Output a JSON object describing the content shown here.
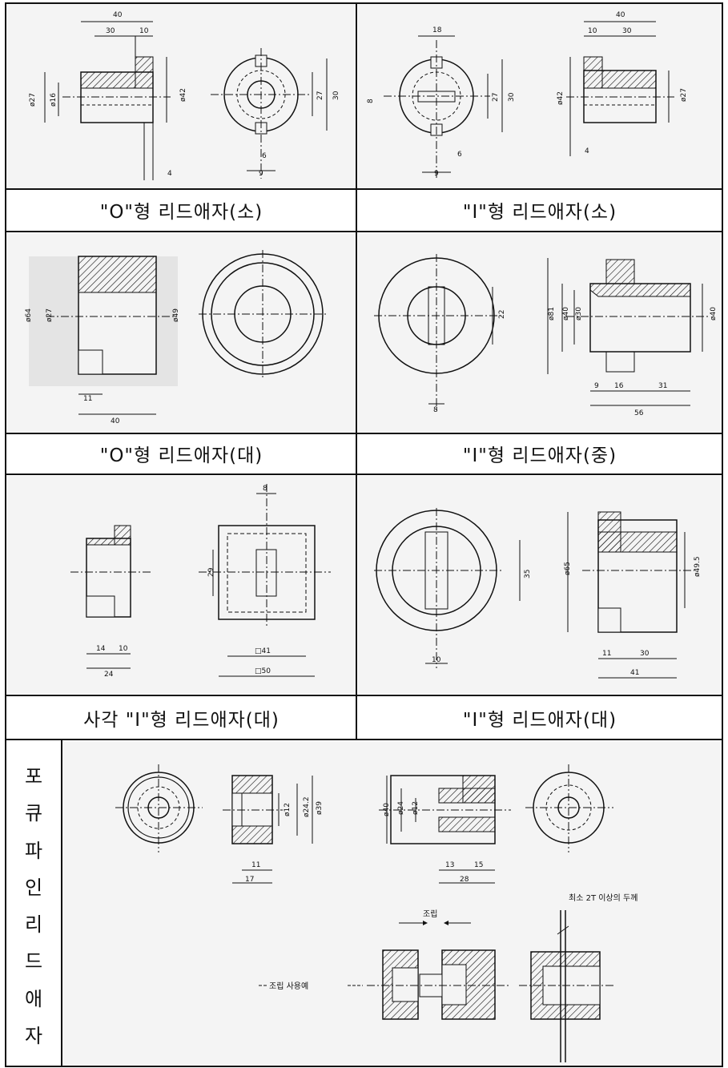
{
  "titles": {
    "o_small": "\"O\"형 리드애자(소)",
    "i_small": "\"I\"형 리드애자(소)",
    "o_large": "\"O\"형 리드애자(대)",
    "i_medium": "\"I\"형 리드애자(중)",
    "square_i_large": "사각 \"I\"형 리드애자(대)",
    "i_large": "\"I\"형 리드애자(대)"
  },
  "sidebar": [
    "포",
    "큐",
    "파",
    "인",
    "리",
    "드",
    "애",
    "자"
  ],
  "dims": {
    "p1": {
      "d40": "40",
      "d30": "30",
      "d10": "10",
      "d27": "ø27",
      "d16": "ø16",
      "d42": "ø42",
      "d4": "4",
      "c27": "27",
      "c30": "30",
      "c6": "6",
      "c9": "9"
    },
    "p2": {
      "d18": "18",
      "d8": "8",
      "c27": "27",
      "c30": "30",
      "c6": "6",
      "c9": "9",
      "d40": "40",
      "d10": "10",
      "d30": "30",
      "d42": "ø42",
      "d27": "ø27",
      "d4": "4"
    },
    "p3": {
      "d64": "ø64",
      "d27": "ø27",
      "d49": "ø49",
      "d11": "11",
      "d40": "40"
    },
    "p4": {
      "d22": "22",
      "d8": "8",
      "d81": "ø81",
      "d40a": "ø40",
      "d30": "ø30",
      "d40b": "ø40",
      "d9": "9",
      "d16": "16",
      "d31": "31",
      "d56": "56"
    },
    "p5": {
      "d8": "8",
      "d29": "29",
      "d14": "14",
      "d10": "10",
      "d24": "24",
      "sq41": "□41",
      "sq50": "□50"
    },
    "p6": {
      "d35": "35",
      "d10": "10",
      "d65": "ø65",
      "d495": "ø49.5",
      "d11": "11",
      "d30": "30",
      "d41": "41"
    },
    "p7": {
      "d12a": "ø12",
      "d242": "ø24.2",
      "d39": "ø39",
      "d11": "11",
      "d17": "17",
      "d40": "ø40",
      "d24": "ø24",
      "d12b": "ø12",
      "d13": "13",
      "d15": "15",
      "d28": "28"
    },
    "assembly": {
      "assemble": "조립",
      "use": "조립 사용예",
      "thickness": "최소 2T 이상의 두께"
    }
  }
}
